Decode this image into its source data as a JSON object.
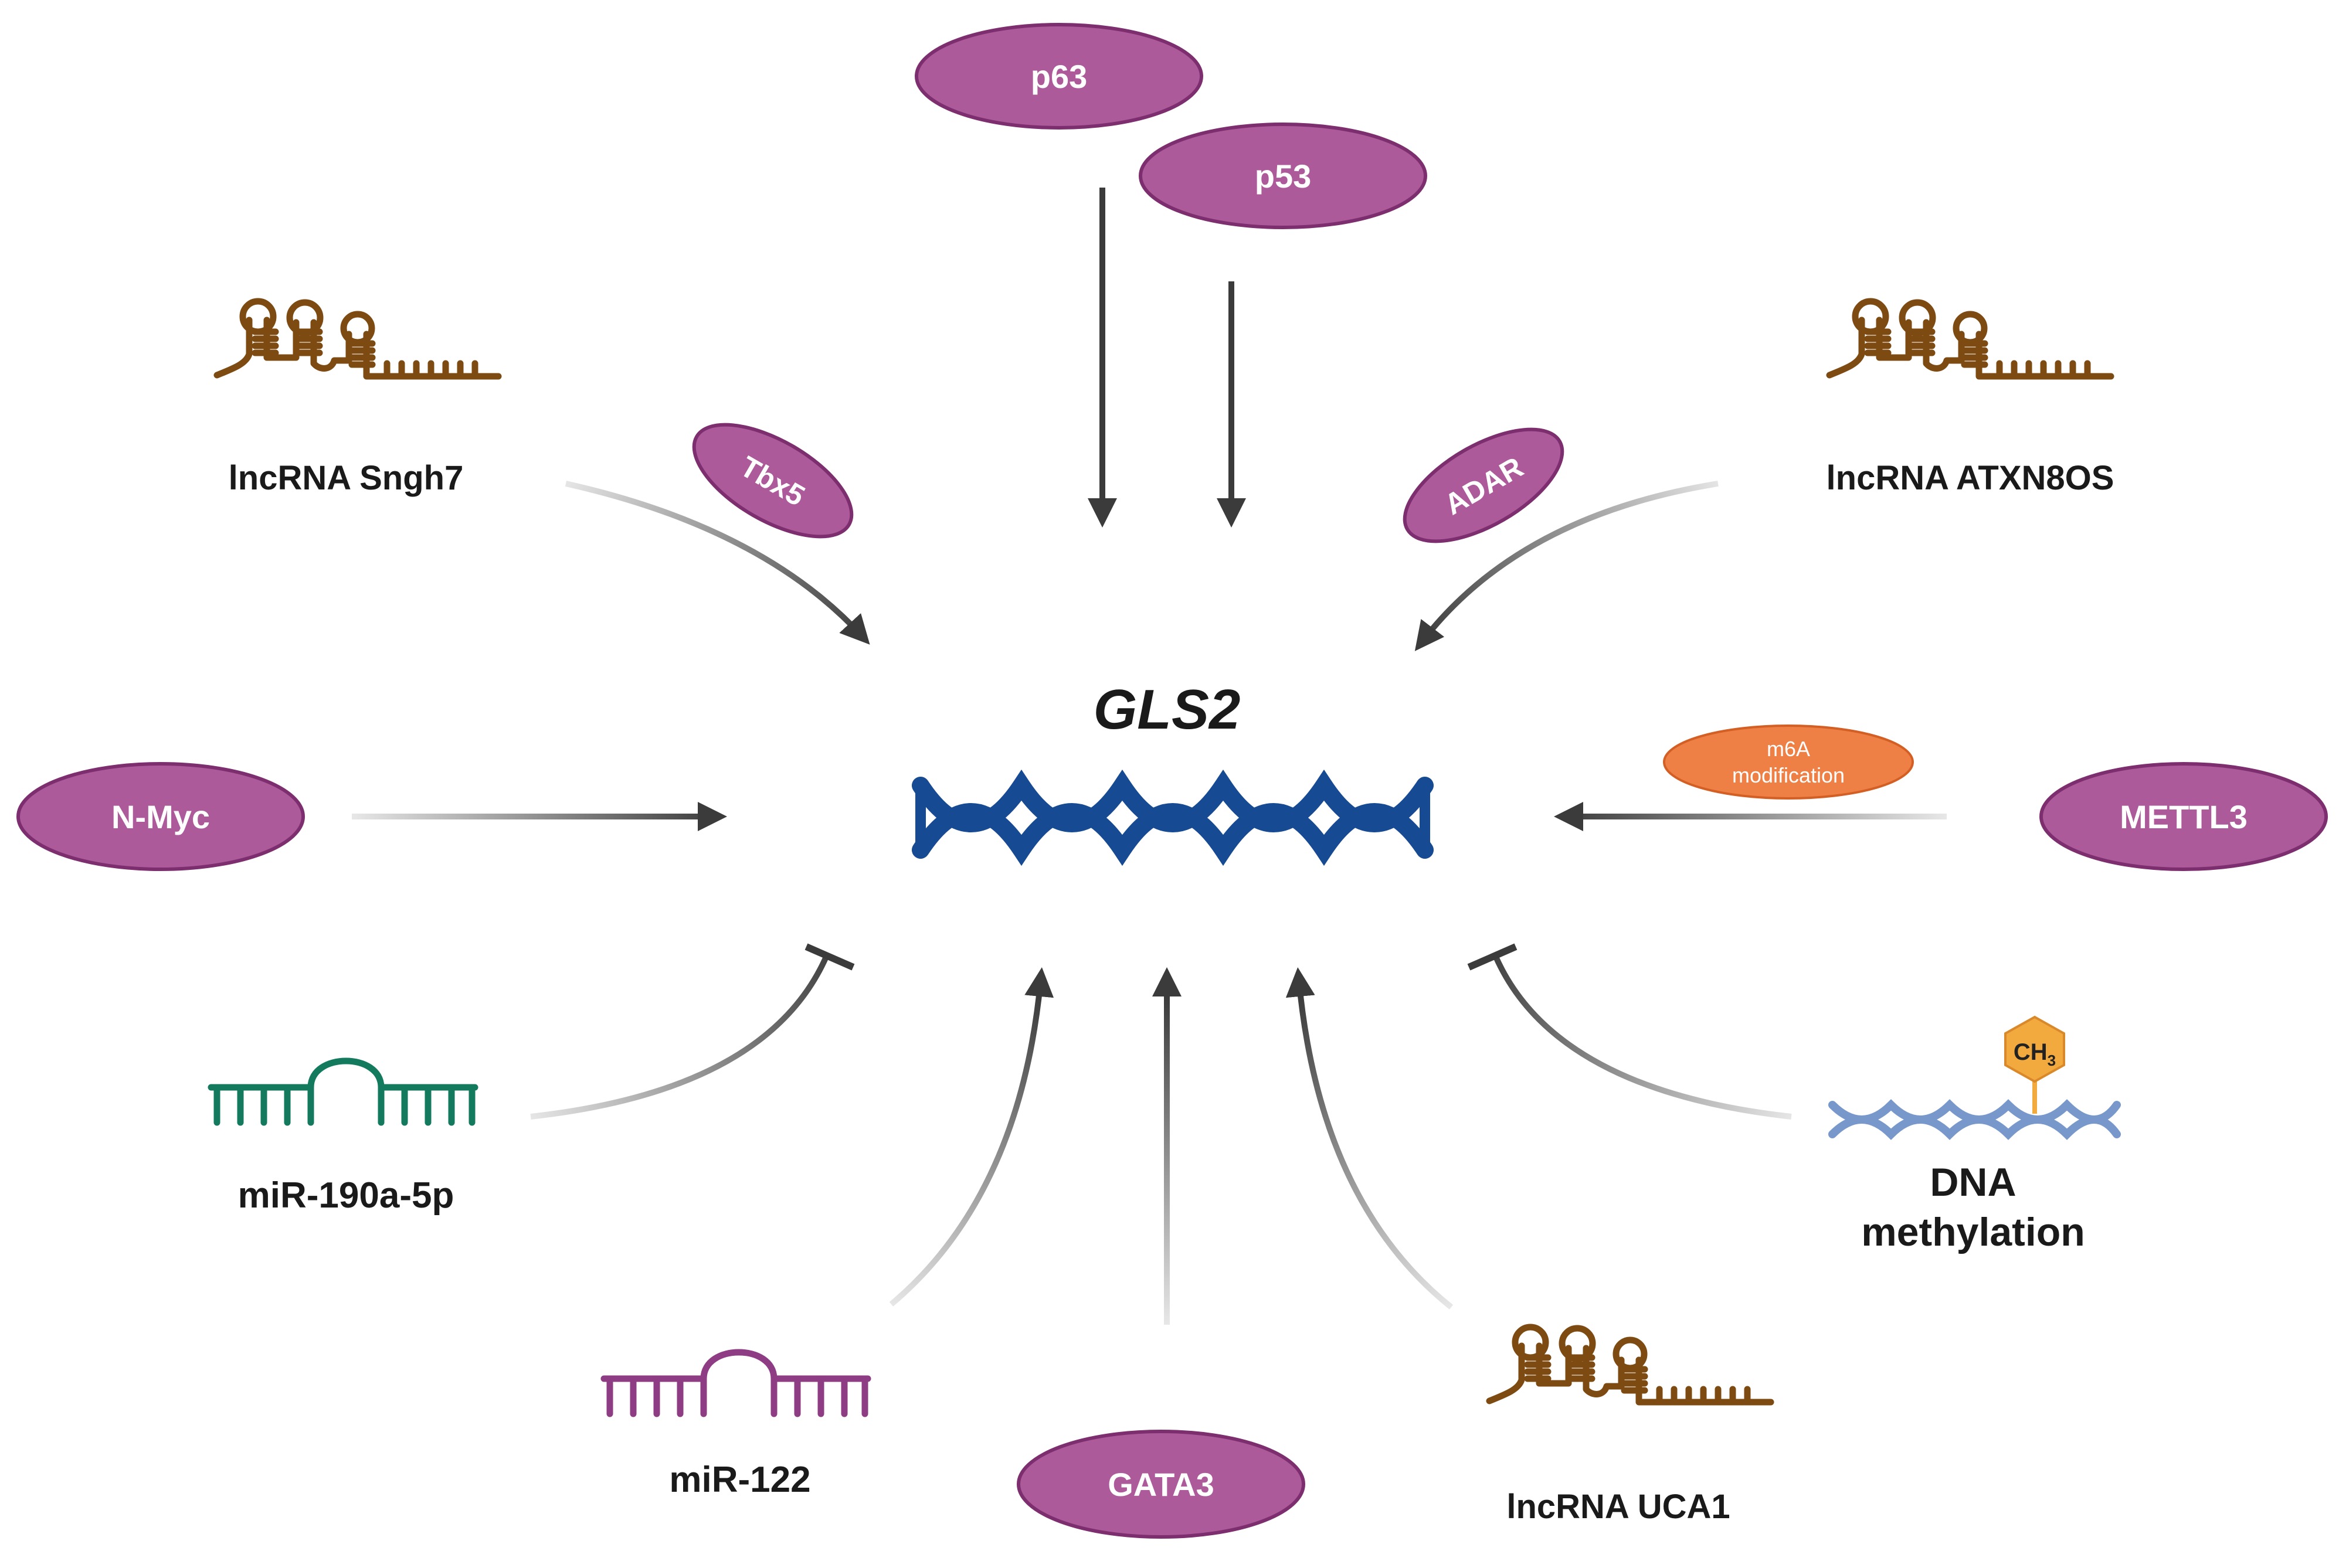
{
  "center": {
    "gene": "GLS2"
  },
  "regulators": {
    "p63": "p63",
    "p53": "p53",
    "lnc_sngh7": "lncRNA Sngh7",
    "tbx5": "Tbx5",
    "adar": "ADAR",
    "lnc_atxn8os": "lncRNA ATXN8OS",
    "nmyc": "N-Myc",
    "mettl3": "METTL3",
    "m6a_line1": "m6A",
    "m6a_line2": "modification",
    "mir190": "miR-190a-5p",
    "dna_meth_line1": "DNA",
    "dna_meth_line2": "methylation",
    "ch3": "CH",
    "ch3_sub": "3",
    "mir122": "miR-122",
    "gata3": "GATA3",
    "lnc_uca1": "lncRNA UCA1"
  },
  "colors": {
    "protein": "#ac5a9a",
    "protein_edge": "#7d2e6e",
    "lncrna": "#7d4a12",
    "mir190": "#137a5e",
    "mir122": "#8e3c83",
    "dna_main": "#164a92",
    "dna_light": "#7898cc",
    "m6a": "#ee7f45",
    "methyl": "#f2a93e",
    "arrow": "#3b3b3b"
  }
}
